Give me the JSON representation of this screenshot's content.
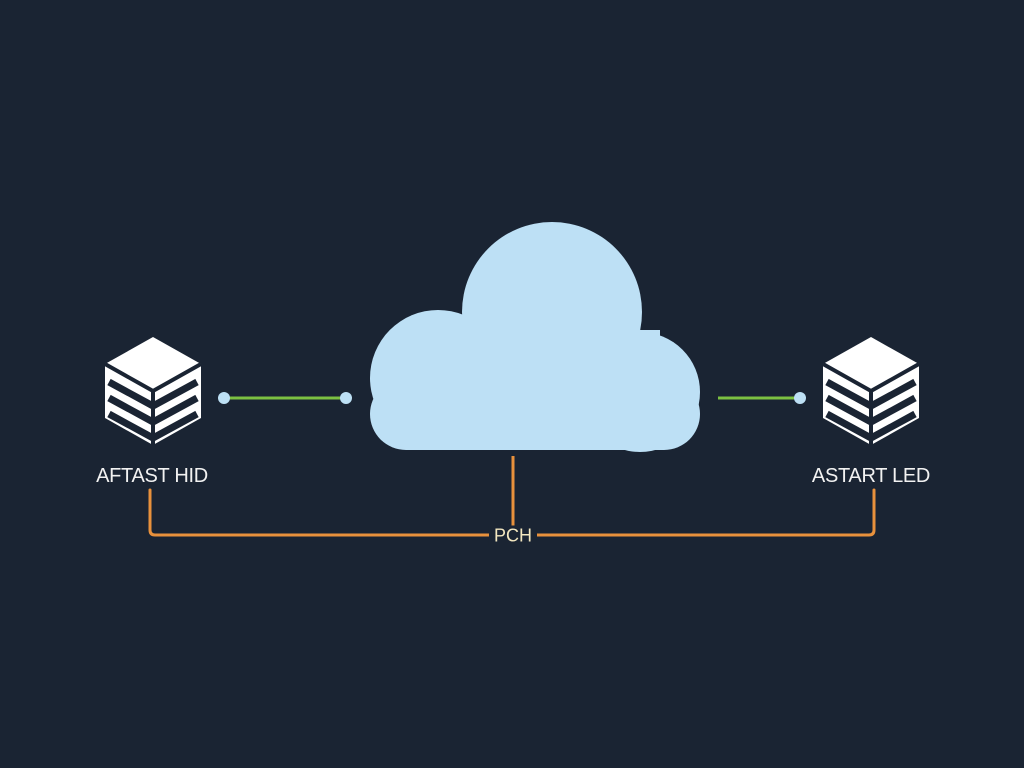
{
  "colors": {
    "background": "#1a2433",
    "cloud": "#bde0f5",
    "server": "#ffffff",
    "server_stripe": "#1a2433",
    "wireless_link": "#7cc142",
    "link_endpoint": "#bde0f5",
    "wired_link": "#e8913c",
    "label_text": "#f2f2f2",
    "link_label_text": "#f3e7c0"
  },
  "nodes": {
    "left_server": {
      "label": "AFTAST HID",
      "icon": "server-stack-icon"
    },
    "cloud": {
      "icon": "cloud-icon"
    },
    "right_server": {
      "label": "ASTART LED",
      "icon": "server-stack-icon"
    }
  },
  "links": {
    "left_to_cloud": {
      "kind": "wireless"
    },
    "cloud_to_right": {
      "kind": "wireless"
    },
    "bus": {
      "label": "PCH",
      "kind": "wired"
    }
  }
}
